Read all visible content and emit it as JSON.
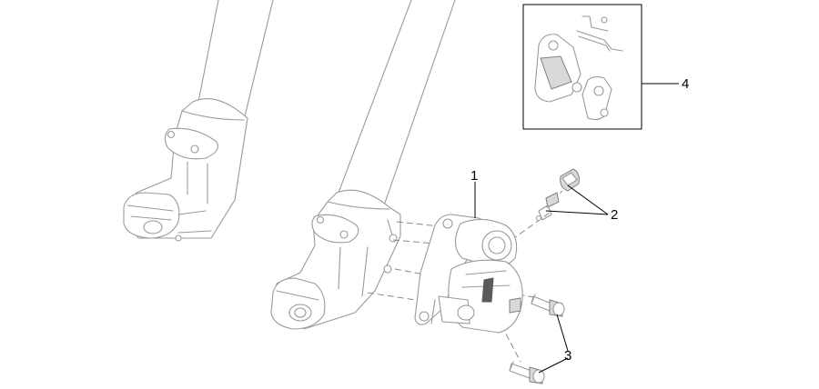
{
  "callouts": {
    "brake_caliper": "1",
    "bleed_valve": "2",
    "mounting_screws": "3",
    "brake_pads": "4"
  }
}
